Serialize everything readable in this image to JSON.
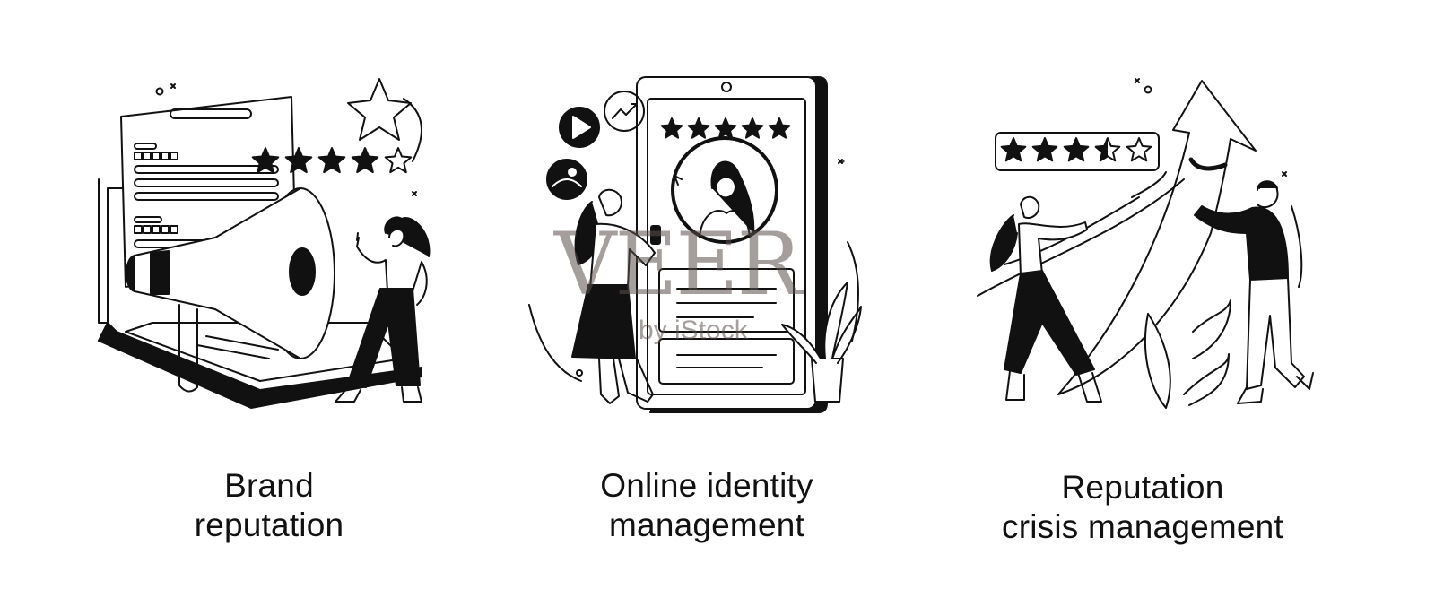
{
  "panels": [
    {
      "caption": [
        "Brand",
        "reputation"
      ],
      "icons": [
        "document-icon",
        "laptop-icon",
        "megaphone-icon",
        "star-rating-icon",
        "star-icon",
        "woman-figure-icon"
      ]
    },
    {
      "caption": [
        "Online identity",
        "management"
      ],
      "icons": [
        "tablet-icon",
        "play-icon",
        "trend-up-icon",
        "image-icon",
        "profile-avatar-icon",
        "star-rating-icon",
        "woman-with-phone-icon",
        "plant-icon"
      ]
    },
    {
      "caption": [
        "Reputation",
        "crisis management"
      ],
      "icons": [
        "star-rating-icon",
        "rising-arrow-icon",
        "woman-figure-icon",
        "man-figure-icon",
        "leaves-icon"
      ]
    }
  ],
  "watermark": {
    "main": "VEER",
    "sub": "by iStock"
  },
  "ratings": {
    "brand": 4,
    "identity": 5,
    "crisis": 3.5,
    "max": 5
  },
  "colors": {
    "ink": "#111111",
    "background": "#ffffff",
    "watermark": "#5a504b"
  }
}
